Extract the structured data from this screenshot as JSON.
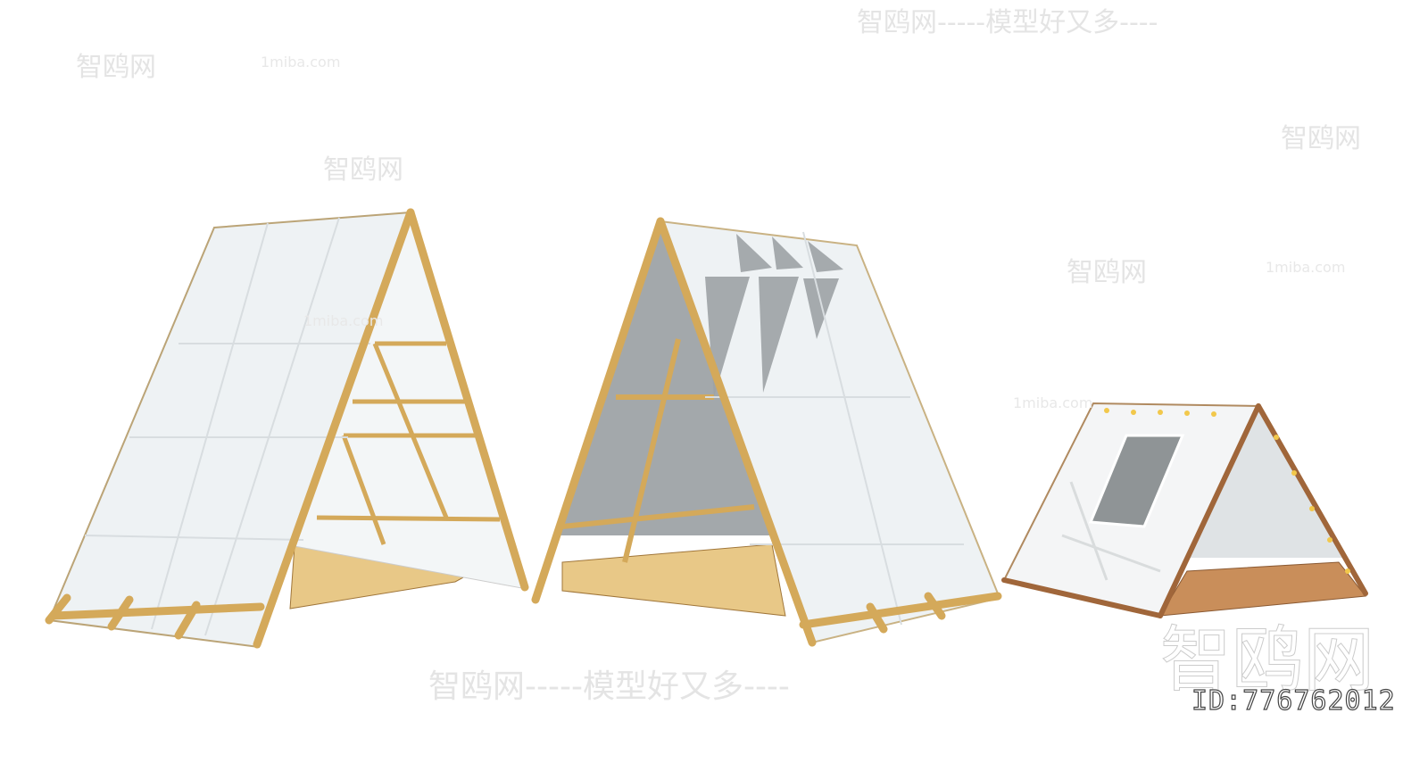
{
  "image_id": "ID:776762012",
  "watermarks": {
    "brand": "智鸥网",
    "slogan": "智鸥网-----模型好又多----",
    "domain": "1miba.com"
  },
  "colors": {
    "wood": "#d4a95a",
    "wood_dark": "#a0763a",
    "panel": "#eef2f4",
    "glass_gray": "#9ea3a6",
    "floor": "#e8c887"
  }
}
